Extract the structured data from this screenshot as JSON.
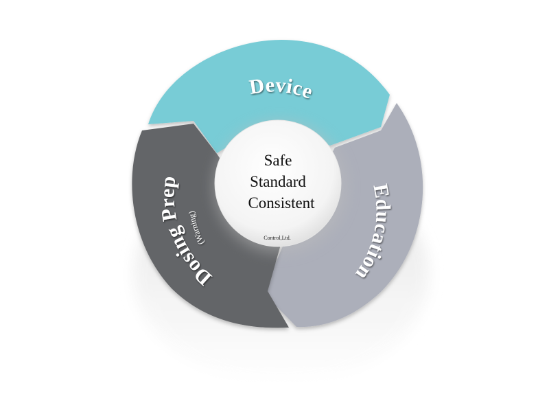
{
  "segments": [
    {
      "label": "Device",
      "sublabel": "",
      "color": "#78ccd6"
    },
    {
      "label": "Education",
      "sublabel": "",
      "color": "#acafba"
    },
    {
      "label": "Dosing Prep",
      "sublabel": "(Warning)",
      "color": "#646567"
    }
  ],
  "center": {
    "lines": [
      "Safe",
      "Standard",
      "Consistent"
    ],
    "credit": "Control,Ltd."
  }
}
